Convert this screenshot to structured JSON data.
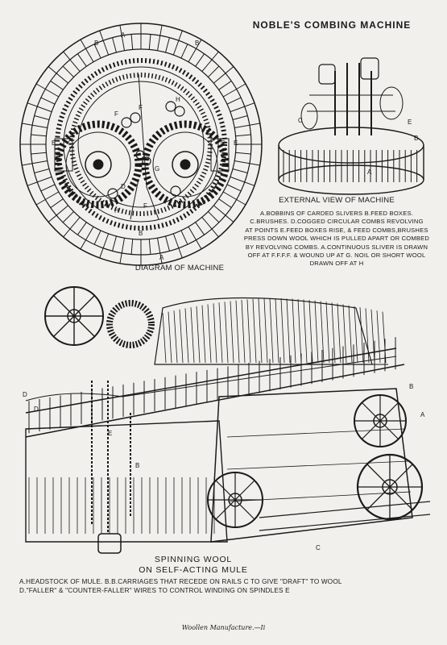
{
  "page": {
    "title": "NOBLE'S COMBING MACHINE",
    "external_view_caption": "EXTERNAL VIEW OF MACHINE",
    "combing_legend": [
      "A.BOBBINS OF CARDED SLIVERS B.FEED BOXES.",
      "C.BRUSHES. D.COGGED CIRCULAR COMBS REVOLVING",
      "AT POINTS E.FEED BOXES RISE, & FEED COMBS,BRUSHES",
      "PRESS DOWN WOOL WHICH IS PULLED APART OR COMBED",
      "BY REVOLVING COMBS. A.CONTINUOUS SLIVER IS DRAWN",
      "OFF AT F.F.F.F. & WOUND UP AT G. NOIL OR SHORT WOOL",
      "DRAWN OFF AT H"
    ],
    "diagram_caption": "DIAGRAM OF MACHINE",
    "spinning_title_line1": "SPINNING WOOL",
    "spinning_title_line2": "ON SELF-ACTING MULE",
    "spinning_legend": [
      "A.HEADSTOCK OF MULE. B.B.CARRIAGES THAT RECEDE ON RAILS C TO GIVE \"DRAFT\" TO WOOL",
      "D.\"FALLER\" & \"COUNTER-FALLER\" WIRES TO CONTROL WINDING ON SPINDLES E"
    ],
    "footer": "Woollen Manufacture.—Ii"
  },
  "diagram_letters": {
    "a_top": "A",
    "a_bottom": "A",
    "b_left": "B",
    "b_right": "B",
    "b_bottom": "B",
    "c_left": "C",
    "c_right": "C",
    "e_left": "E",
    "e_right": "E",
    "f1": "F",
    "f2": "F",
    "f3": "F",
    "g": "G",
    "h1": "H",
    "h2": "H",
    "d": "D"
  },
  "external_letters": {
    "c": "C",
    "e": "E",
    "a": "A",
    "b": "B"
  },
  "mule_letters": {
    "a": "A",
    "b1": "B",
    "b2": "B",
    "c": "C",
    "d1": "D",
    "d2": "D",
    "e": "E"
  },
  "colors": {
    "ink": "#1a1a1a",
    "paper": "#f2f0ec"
  },
  "icons": [
    "combing-diagram-illustration",
    "combing-machine-illustration",
    "spinning-mule-illustration"
  ]
}
